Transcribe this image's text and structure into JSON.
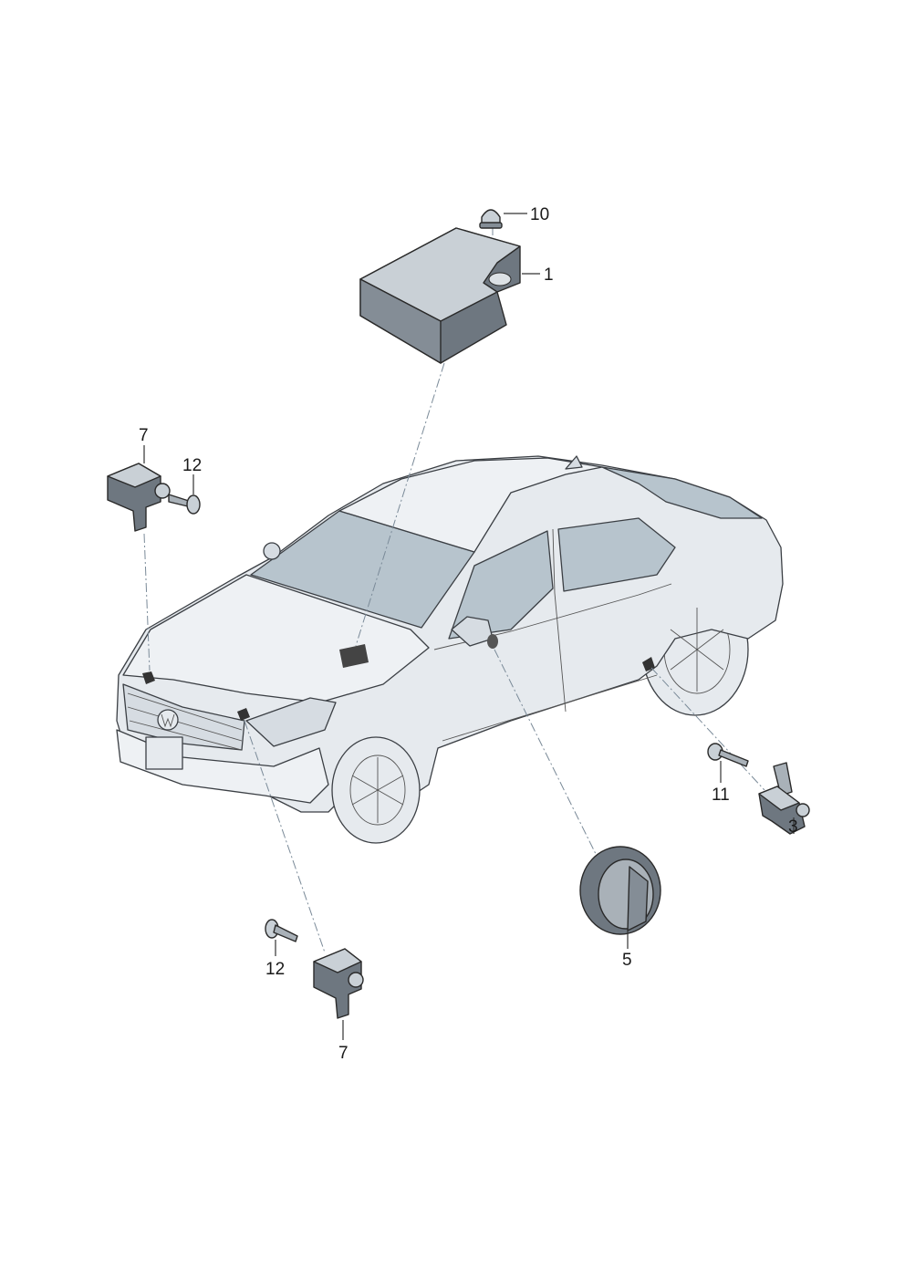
{
  "callouts": {
    "control_unit": "1",
    "side_sensor": "3",
    "door_sensor": "5",
    "front_sensor_left": "7",
    "front_sensor_right": "7",
    "nut": "10",
    "bolt_side": "11",
    "screw_left": "12",
    "screw_right": "12"
  },
  "colors": {
    "part_fill": "#6e7780",
    "part_top": "#c9d0d6",
    "car_body": "#e6eaee",
    "glass": "#b7c4cd",
    "dash_line": "#7a8a98"
  }
}
